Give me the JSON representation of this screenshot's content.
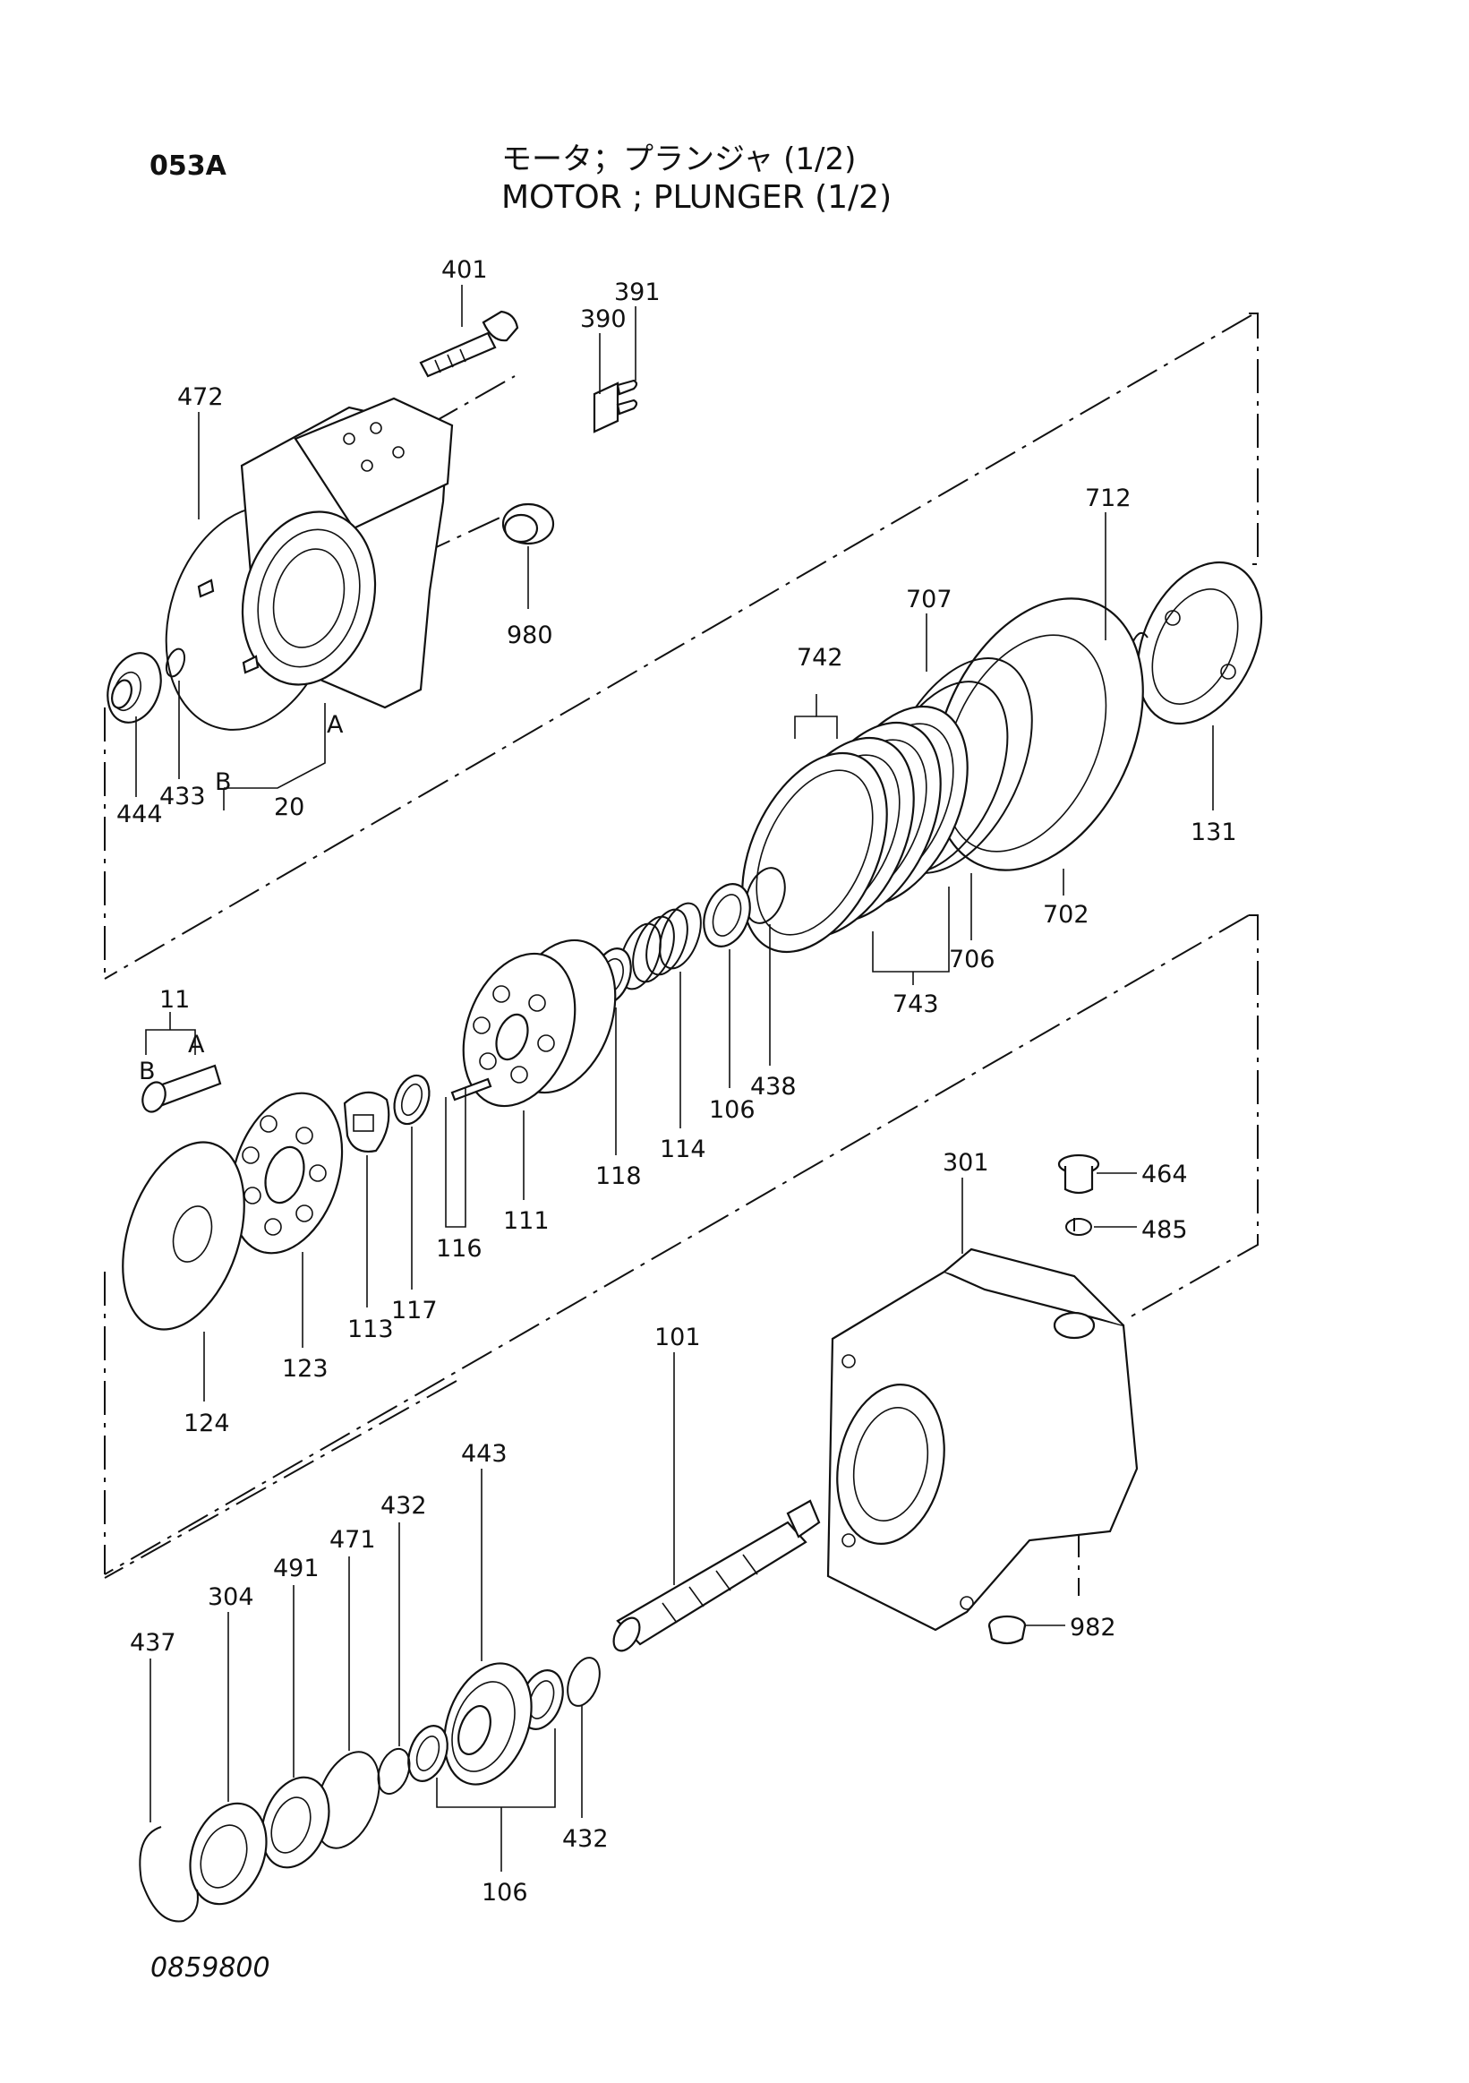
{
  "header": {
    "code": "053A",
    "title_jp": "モータ；プランジャ (1/2)",
    "title_en": "MOTOR ; PLUNGER (1/2)"
  },
  "footer": {
    "drawing_no": "0859800"
  },
  "parts": [
    {
      "id": "p401",
      "label": "401"
    },
    {
      "id": "p391",
      "label": "391"
    },
    {
      "id": "p390",
      "label": "390"
    },
    {
      "id": "p472",
      "label": "472"
    },
    {
      "id": "p712",
      "label": "712"
    },
    {
      "id": "p980",
      "label": "980"
    },
    {
      "id": "p707",
      "label": "707"
    },
    {
      "id": "p742",
      "label": "742"
    },
    {
      "id": "pA1",
      "label": "A"
    },
    {
      "id": "p433",
      "label": "433"
    },
    {
      "id": "pB1",
      "label": "B"
    },
    {
      "id": "p20",
      "label": "20"
    },
    {
      "id": "p444",
      "label": "444"
    },
    {
      "id": "p131",
      "label": "131"
    },
    {
      "id": "p702",
      "label": "702"
    },
    {
      "id": "p706",
      "label": "706"
    },
    {
      "id": "p743",
      "label": "743"
    },
    {
      "id": "p11",
      "label": "11"
    },
    {
      "id": "pA2",
      "label": "A"
    },
    {
      "id": "pB2",
      "label": "B"
    },
    {
      "id": "p438",
      "label": "438"
    },
    {
      "id": "p106a",
      "label": "106"
    },
    {
      "id": "p114",
      "label": "114"
    },
    {
      "id": "p118",
      "label": "118"
    },
    {
      "id": "p301",
      "label": "301"
    },
    {
      "id": "p464",
      "label": "464"
    },
    {
      "id": "p485",
      "label": "485"
    },
    {
      "id": "p111",
      "label": "111"
    },
    {
      "id": "p116",
      "label": "116"
    },
    {
      "id": "p117",
      "label": "117"
    },
    {
      "id": "p113",
      "label": "113"
    },
    {
      "id": "p123",
      "label": "123"
    },
    {
      "id": "p124",
      "label": "124"
    },
    {
      "id": "p101",
      "label": "101"
    },
    {
      "id": "p443",
      "label": "443"
    },
    {
      "id": "p432a",
      "label": "432"
    },
    {
      "id": "p471",
      "label": "471"
    },
    {
      "id": "p491",
      "label": "491"
    },
    {
      "id": "p304",
      "label": "304"
    },
    {
      "id": "p437",
      "label": "437"
    },
    {
      "id": "p982",
      "label": "982"
    },
    {
      "id": "p432b",
      "label": "432"
    },
    {
      "id": "p106b",
      "label": "106"
    }
  ]
}
